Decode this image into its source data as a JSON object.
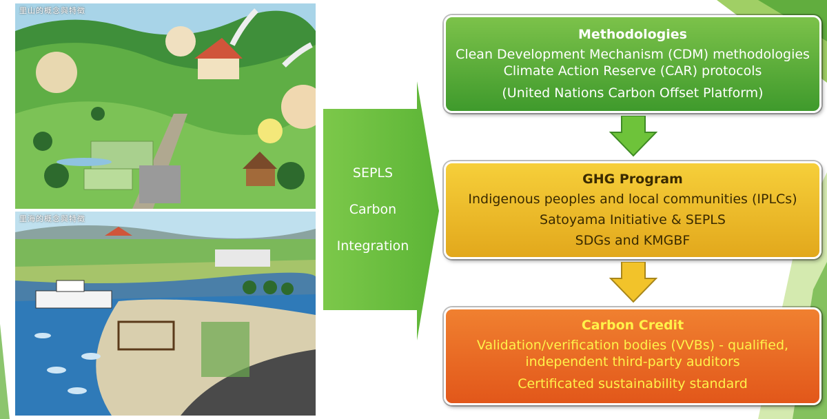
{
  "colors": {
    "green_box": "#4fa83a",
    "yellow_box": "#eebc2a",
    "orange_box": "#e86a25",
    "arrow_green": "#6ec33a",
    "text_yellow": "#fff24a"
  },
  "illustrations": {
    "top": {
      "label": "里山的概念與特徵"
    },
    "bottom": {
      "label": "里海的概念與特徵"
    }
  },
  "arrow": {
    "lines": [
      "SEPLS",
      "Carbon",
      "Integration"
    ]
  },
  "boxes": [
    {
      "title": "Methodologies",
      "lines": [
        "Clean Development Mechanism (CDM) methodologies",
        "Climate Action Reserve (CAR) protocols",
        "(United Nations Carbon Offset Platform)"
      ]
    },
    {
      "title": "GHG Program",
      "lines": [
        "Indigenous peoples and local communities (IPLCs)",
        "Satoyama Initiative & SEPLS",
        "SDGs and KMGBF"
      ]
    },
    {
      "title": "Carbon Credit",
      "lines": [
        "Validation/verification bodies (VVBs) - qualified,",
        "independent third-party auditors",
        "Certificated sustainability standard"
      ]
    }
  ]
}
